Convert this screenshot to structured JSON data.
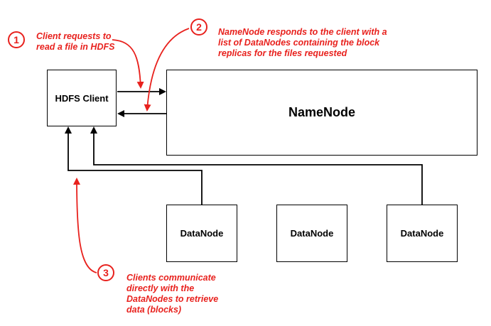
{
  "nodes": {
    "client": "HDFS Client",
    "namenode": "NameNode",
    "datanodes": [
      "DataNode",
      "DataNode",
      "DataNode"
    ]
  },
  "steps": [
    {
      "number": "1",
      "lines": [
        "Client requests to",
        "read a file in HDFS"
      ]
    },
    {
      "number": "2",
      "lines": [
        "NameNode responds to the client with a",
        "list of DataNodes containing the block",
        "replicas for the files requested"
      ]
    },
    {
      "number": "3",
      "lines": [
        "Clients communicate",
        "directly with the",
        "DataNodes to retrieve",
        "data (blocks)"
      ]
    }
  ],
  "colors": {
    "annotation": "#e8211d",
    "lines": "#000000"
  }
}
